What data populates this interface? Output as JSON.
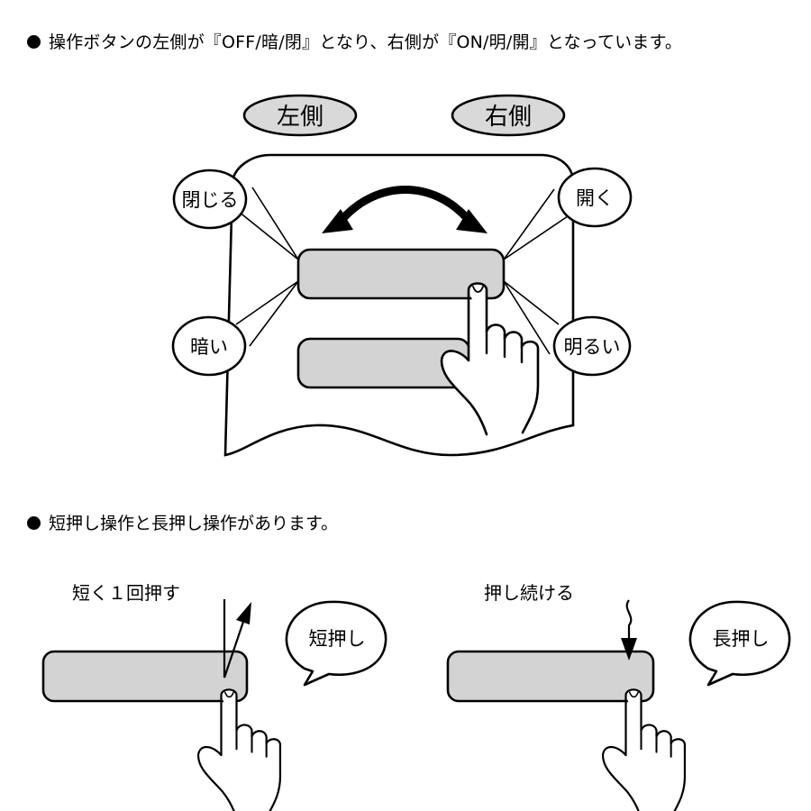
{
  "section1": {
    "heading": "操作ボタンの左側が『OFF/暗/閉』となり、右側が『ON/明/開』となっています。",
    "left_label": "左側",
    "right_label": "右側",
    "bubbles": {
      "close": "閉じる",
      "open": "開く",
      "dark": "暗い",
      "bright": "明るい"
    }
  },
  "section2": {
    "heading": "短押し操作と長押し操作があります。",
    "short_caption": "短く１回押す",
    "short_bubble": "短押し",
    "long_caption": "押し続ける",
    "long_bubble": "長押し"
  },
  "colors": {
    "pill_fill": "#d9d9d9",
    "button_fill": "#d3d3d3",
    "stroke": "#000000"
  }
}
